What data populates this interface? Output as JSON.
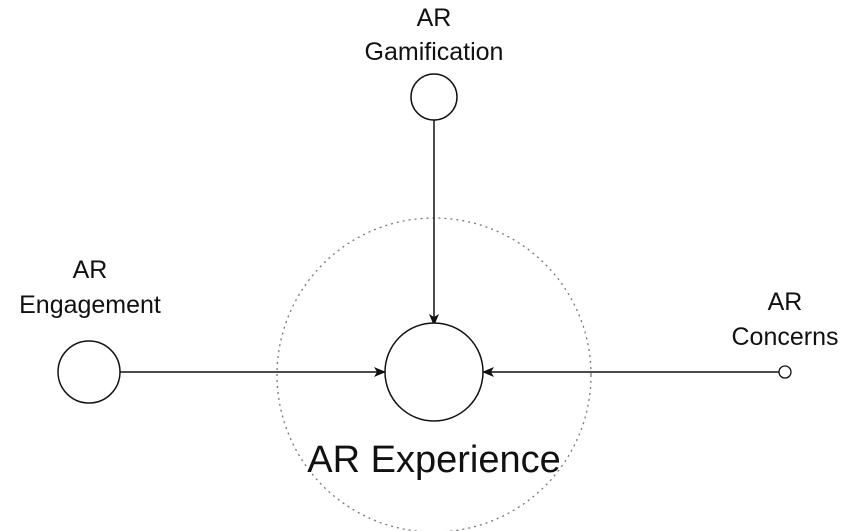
{
  "diagram": {
    "center": {
      "label": "AR Experience"
    },
    "nodes": [
      {
        "id": "gamification",
        "line1": "AR",
        "line2": "Gamification"
      },
      {
        "id": "engagement",
        "line1": "AR",
        "line2": "Engagement"
      },
      {
        "id": "concerns",
        "line1": "AR",
        "line2": "Concerns"
      }
    ],
    "edges": [
      {
        "from": "gamification",
        "to": "center"
      },
      {
        "from": "engagement",
        "to": "center"
      },
      {
        "from": "concerns",
        "to": "center"
      }
    ],
    "colors": {
      "stroke": "#111111",
      "dotted_ring": "#777777",
      "background": "#ffffff"
    }
  }
}
